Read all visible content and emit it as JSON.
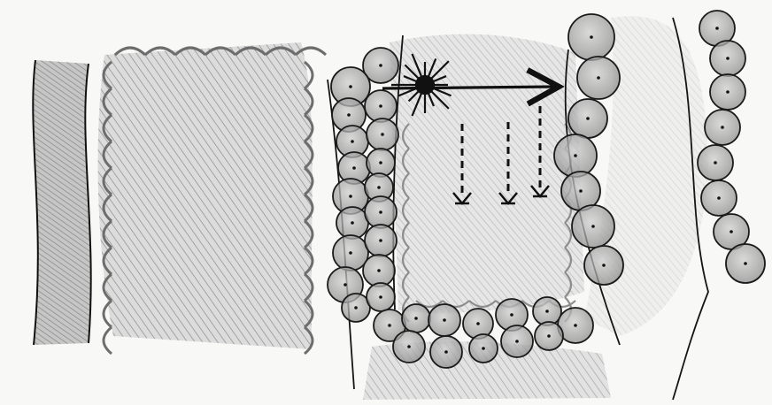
{
  "image": {
    "style": "pencil sketch",
    "palette": {
      "paper": "#f7f7f5",
      "graphite_light": "#b9b9b9",
      "graphite_mid": "#8a8a8a",
      "graphite_dark": "#3a3a3a",
      "ink": "#111111"
    },
    "elements": {
      "left_band": "hatched-vertical-band",
      "left_block": "scalloped-shaded-block",
      "cell_columns": "circle-chains",
      "center_block": "shaded-scalloped-region",
      "burst": "star-burst",
      "arrow_solid": "horizontal-arrow",
      "arrows_dashed": "dashed-down-arrows",
      "bottom_chain": "horizontal-circle-chain",
      "right_column": "right-circle-column"
    }
  }
}
